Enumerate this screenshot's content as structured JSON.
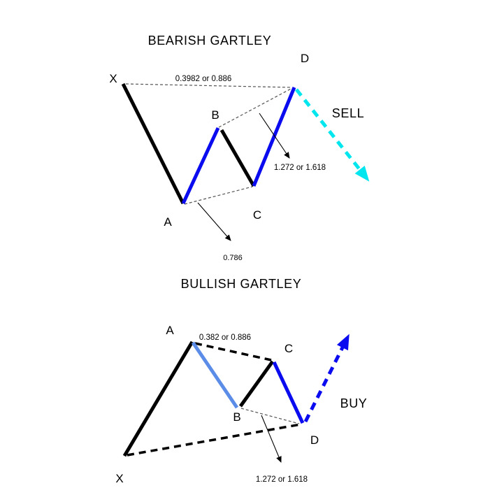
{
  "figure": {
    "background": "#ffffff",
    "colors": {
      "black": "#000000",
      "blue": "#0b0bf0",
      "light_blue": "#5b8de8",
      "cyan": "#00e6ee",
      "guide": "#555555",
      "text": "#000000"
    }
  },
  "bearish": {
    "title": "BEARISH GARTLEY",
    "action": "SELL",
    "points": {
      "x": "X",
      "a": "A",
      "b": "B",
      "c": "C",
      "d": "D"
    },
    "ratios": {
      "xd": "0.3982 or 0.886",
      "bd": "1.272 or 1.618",
      "ac": "0.786"
    }
  },
  "bullish": {
    "title": "BULLISH GARTLEY",
    "action": "BUY",
    "points": {
      "x": "X",
      "a": "A",
      "b": "B",
      "c": "C",
      "d": "D"
    },
    "ratios": {
      "ac": "0.382 or 0.886",
      "bd": "1.272 or 1.618"
    }
  }
}
